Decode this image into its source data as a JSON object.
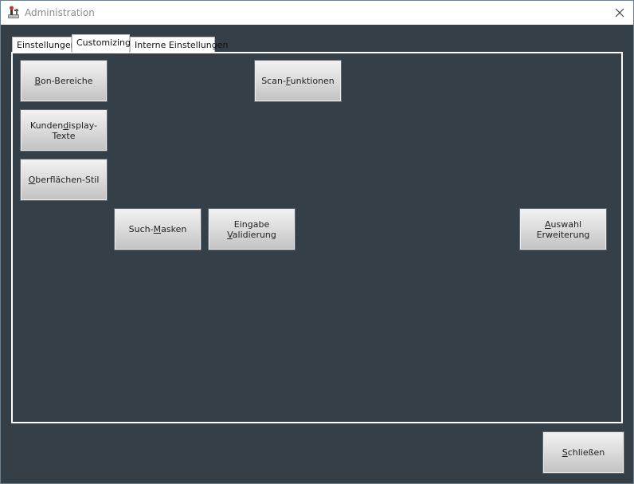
{
  "window": {
    "title": "Administration"
  },
  "tabs": [
    {
      "label": "Einstellungen",
      "active": false
    },
    {
      "label": "Customizing",
      "active": true
    },
    {
      "label": "Interne Einstellungen",
      "active": false
    }
  ],
  "buttons": {
    "bon_bereiche": {
      "pre": "",
      "mn": "B",
      "post": "on-Bereiche"
    },
    "scan_funktionen": {
      "pre": "Scan-",
      "mn": "F",
      "post": "unktionen"
    },
    "kundendisplay_line1": {
      "pre": "Kunden",
      "mn": "d",
      "post": "isplay-"
    },
    "kundendisplay_line2": "Texte",
    "oberflaechen_stil": {
      "pre": "",
      "mn": "O",
      "post": "berflächen-Stil"
    },
    "such_masken": {
      "pre": "Such-",
      "mn": "M",
      "post": "asken"
    },
    "eingabe_validierung": {
      "pre": "Eingabe ",
      "mn": "V",
      "post": "alidierung"
    },
    "auswahl_erweiterung": {
      "pre": "",
      "mn": "A",
      "post": "uswahl Erweiterung"
    },
    "schliessen": {
      "pre": "",
      "mn": "S",
      "post": "chließen"
    }
  },
  "icons": {
    "app": "tools-wrench-icon",
    "close": "close-icon"
  }
}
